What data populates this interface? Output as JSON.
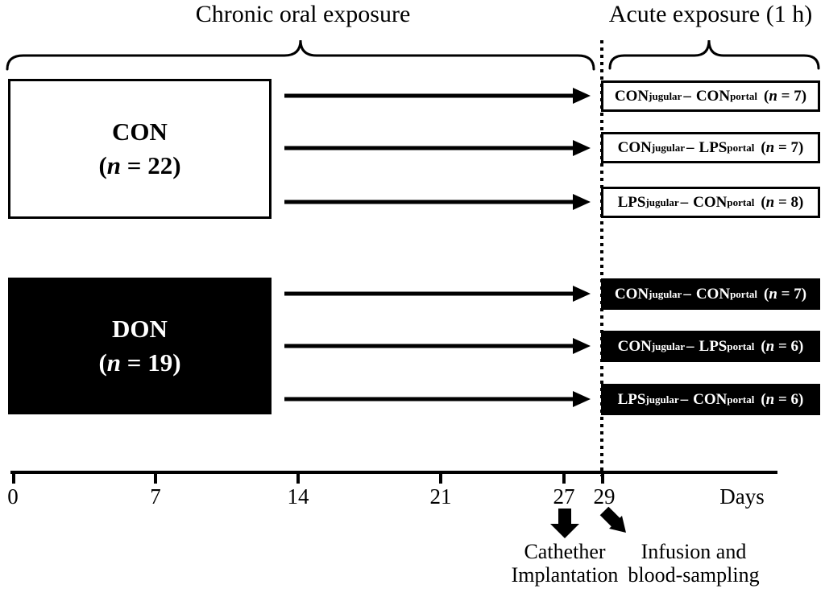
{
  "figure": {
    "chronic_phase_label": "Chronic oral exposure",
    "acute_phase_label": "Acute exposure (1 h)"
  },
  "groups": [
    {
      "name": "CON",
      "n_open": "(",
      "n_letter": "n",
      "n_rest": " = 22)"
    },
    {
      "name": "DON",
      "n_open": "(",
      "n_letter": "n",
      "n_rest": " = 19)"
    }
  ],
  "acute_boxes": [
    {
      "left": "CON",
      "left_sub": "jugular",
      "dash": "–",
      "right": "CON",
      "right_sub": "portal",
      "n_open": "(",
      "n_letter": "n",
      "n_rest": " = 7)"
    },
    {
      "left": "CON",
      "left_sub": "jugular",
      "dash": "–",
      "right": "LPS",
      "right_sub": "portal",
      "n_open": "(",
      "n_letter": "n",
      "n_rest": " = 7)"
    },
    {
      "left": "LPS",
      "left_sub": "jugular",
      "dash": "–",
      "right": "CON",
      "right_sub": "portal",
      "n_open": "(",
      "n_letter": "n",
      "n_rest": " = 8)"
    },
    {
      "left": "CON",
      "left_sub": "jugular",
      "dash": "–",
      "right": "CON",
      "right_sub": "portal",
      "n_open": "(",
      "n_letter": "n",
      "n_rest": " = 7)"
    },
    {
      "left": "CON",
      "left_sub": "jugular",
      "dash": "–",
      "right": "LPS",
      "right_sub": "portal",
      "n_open": "(",
      "n_letter": "n",
      "n_rest": " = 6)"
    },
    {
      "left": "LPS",
      "left_sub": "jugular",
      "dash": "–",
      "right": "CON",
      "right_sub": "portal",
      "n_open": "(",
      "n_letter": "n",
      "n_rest": " = 6)"
    }
  ],
  "axis": {
    "ticks": [
      "0",
      "7",
      "14",
      "21",
      "27",
      "29"
    ],
    "unit": "Days"
  },
  "annotations": {
    "catheter_line1": "Cathether",
    "catheter_line2": "Implantation",
    "infusion_line1": "Infusion and",
    "infusion_line2": "blood-sampling"
  },
  "colors": {
    "foreground": "#000000",
    "background": "#ffffff"
  }
}
